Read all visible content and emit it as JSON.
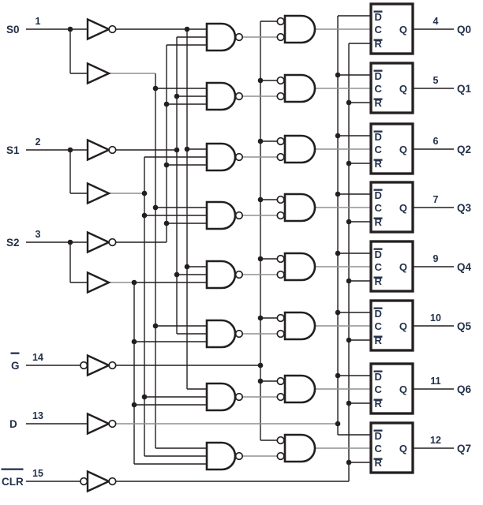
{
  "diagram": "8-bit addressable latch logic diagram",
  "inputs": [
    {
      "label": "S0",
      "pin": "1",
      "overline": false
    },
    {
      "label": "S1",
      "pin": "2",
      "overline": false
    },
    {
      "label": "S2",
      "pin": "3",
      "overline": false
    },
    {
      "label": "G",
      "pin": "14",
      "overline": true
    },
    {
      "label": "D",
      "pin": "13",
      "overline": false
    },
    {
      "label": "CLR",
      "pin": "15",
      "overline": true
    }
  ],
  "outputs": [
    {
      "pin": "4",
      "label": "Q0"
    },
    {
      "pin": "5",
      "label": "Q1"
    },
    {
      "pin": "6",
      "label": "Q2"
    },
    {
      "pin": "7",
      "label": "Q3"
    },
    {
      "pin": "9",
      "label": "Q4"
    },
    {
      "pin": "10",
      "label": "Q5"
    },
    {
      "pin": "11",
      "label": "Q6"
    },
    {
      "pin": "12",
      "label": "Q7"
    }
  ],
  "latch": {
    "d": "D",
    "c": "C",
    "r": "R",
    "q": "Q",
    "d_overline": true,
    "r_overline": true
  },
  "colors": {
    "wire": "#231f20",
    "gray_wire": "#8f9194",
    "text": "#233049"
  }
}
